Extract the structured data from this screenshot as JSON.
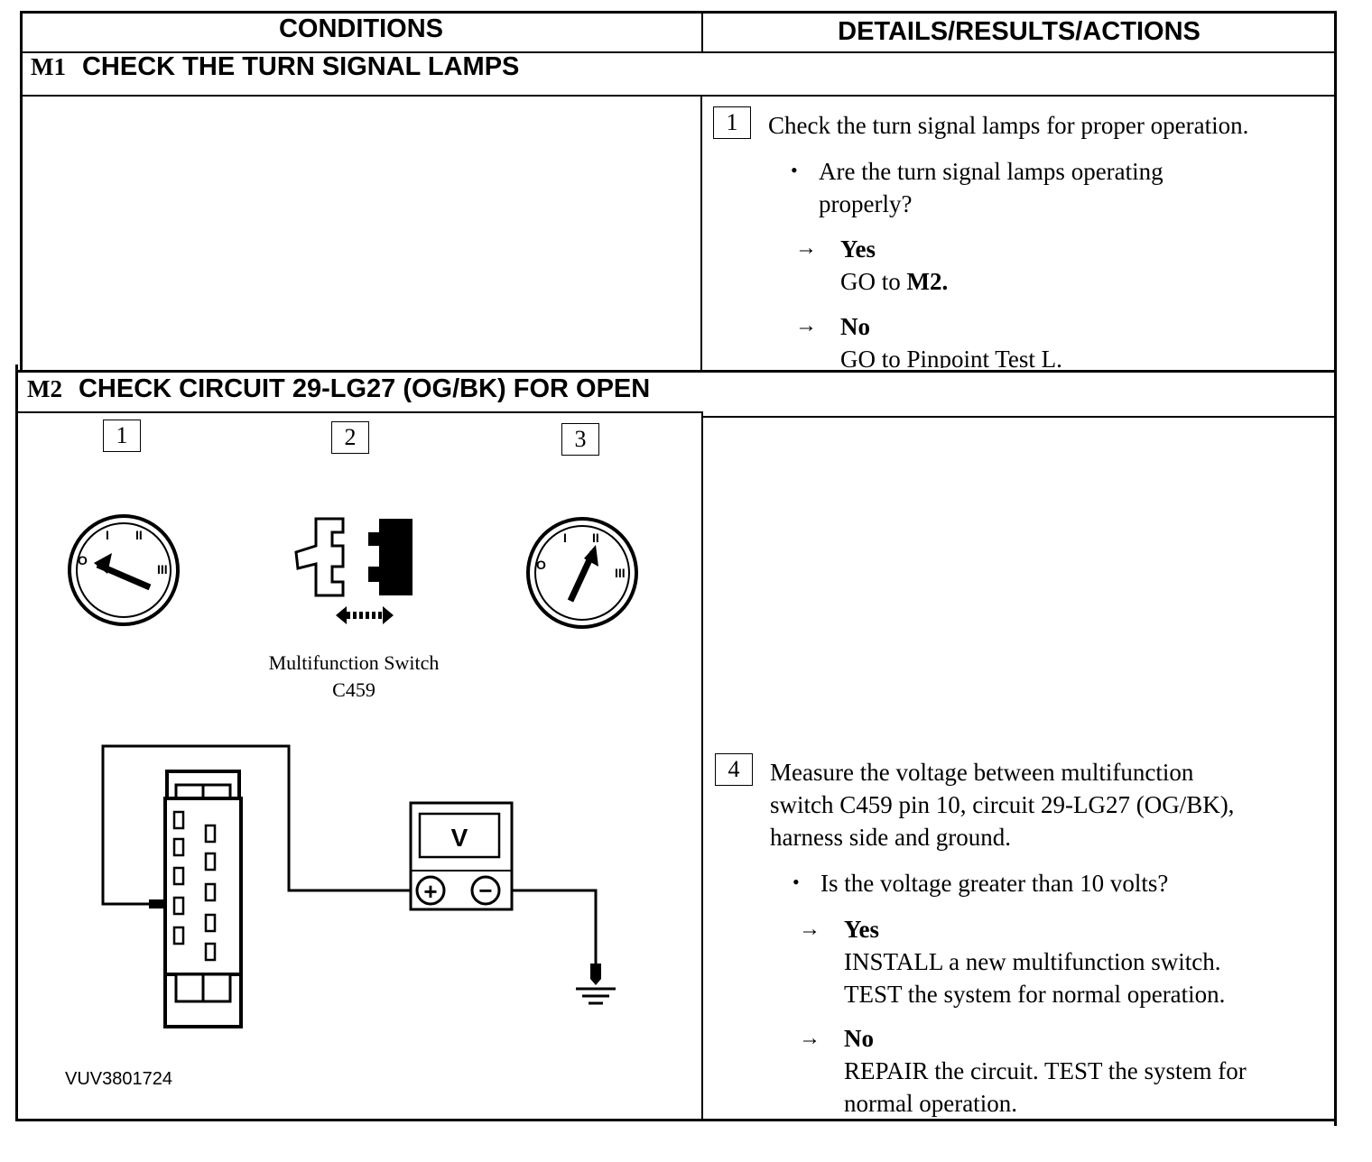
{
  "header": {
    "conditions": "CONDITIONS",
    "details": "DETAILS/RESULTS/ACTIONS"
  },
  "m1": {
    "id": "M1",
    "title": "CHECK THE TURN SIGNAL LAMPS",
    "step_number": "1",
    "instruction": "Check the turn signal lamps for proper operation.",
    "question_line1": "Are the turn signal lamps operating",
    "question_line2": "properly?",
    "yes_label": "Yes",
    "yes_action_prefix": "GO to ",
    "yes_action_target": "M2.",
    "no_label": "No",
    "no_action": "GO to Pinpoint Test L."
  },
  "m2": {
    "id": "M2",
    "title": "CHECK CIRCUIT 29-LG27 (OG/BK) FOR OPEN",
    "figure": {
      "step1": "1",
      "step2": "2",
      "step3": "3",
      "switch_label_line1": "Multifunction Switch",
      "switch_label_line2": "C459",
      "meter_label": "V",
      "plus_symbol": "+",
      "minus_symbol": "−",
      "ignition_off_mark": "O",
      "ignition_pos1": "I",
      "ignition_pos2": "II",
      "ignition_pos3": "III",
      "figure_code": "VUV3801724"
    },
    "step_number": "4",
    "instruction_line1": "Measure the voltage between multifunction",
    "instruction_line2": "switch C459 pin 10, circuit 29-LG27 (OG/BK),",
    "instruction_line3": "harness side and ground.",
    "question": "Is the voltage greater than 10 volts?",
    "yes_label": "Yes",
    "yes_action_line1": "INSTALL a new multifunction switch.",
    "yes_action_line2": "TEST the system for normal operation.",
    "no_label": "No",
    "no_action_line1": "REPAIR the circuit. TEST the system for",
    "no_action_line2": "normal operation."
  }
}
